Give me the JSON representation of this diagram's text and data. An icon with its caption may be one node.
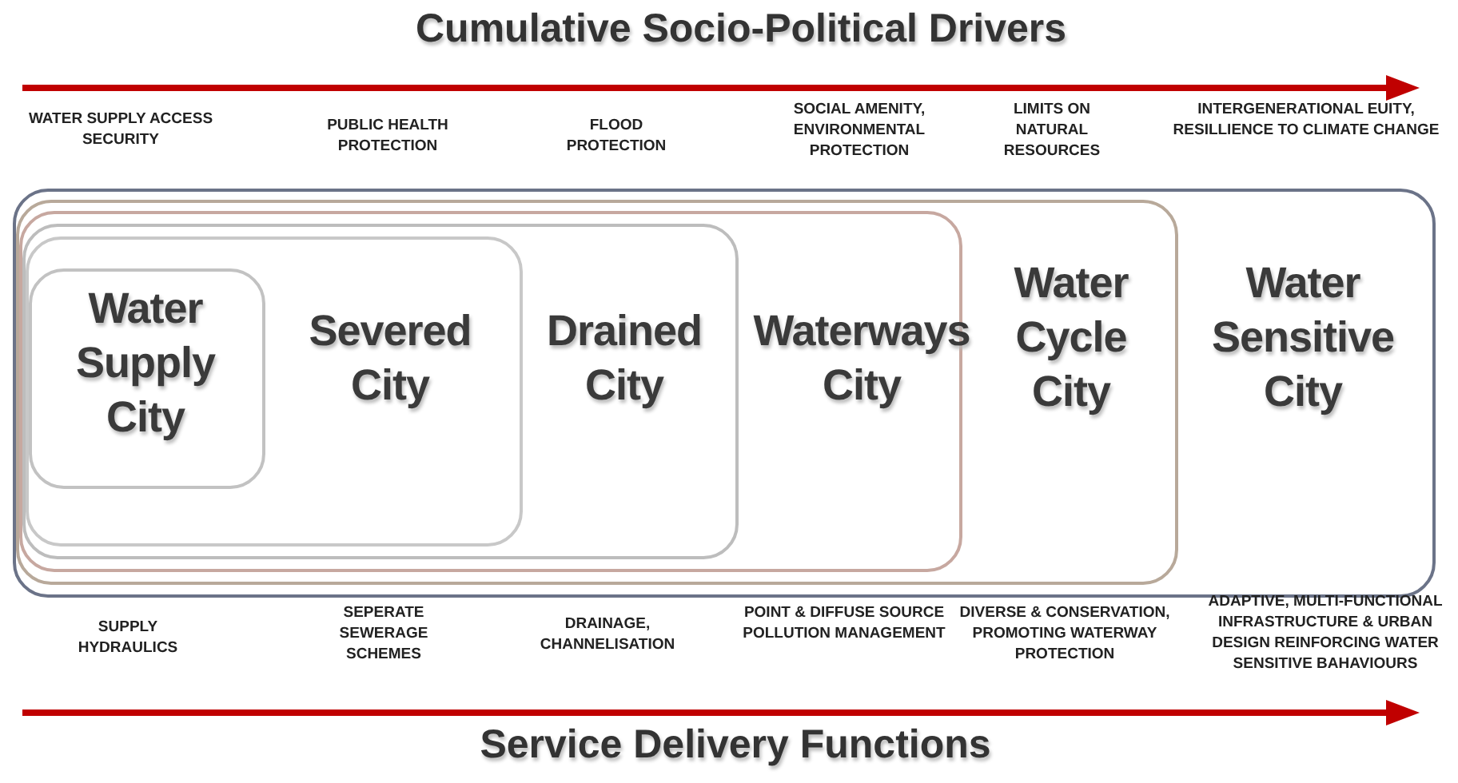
{
  "diagram": {
    "nodes": [
      {
        "text": [
          "Water Sensitive City"
        ]
      },
      {
        "text": [
          "Water Cycle City"
        ],
        "in": 0
      },
      {
        "text": [
          "Waterways City"
        ],
        "in": 1
      },
      {
        "text": [
          "Drained City"
        ],
        "in": 2
      },
      {
        "text": [
          "Severed City"
        ],
        "in": 3
      },
      {
        "text": [
          "Water Supply City"
        ],
        "in": 4
      }
    ],
    "edges": [],
    "labels": [
      "Cumulative Socio-Political Drivers",
      "WATER SUPPLY ACCESS SECURITY",
      "PUBLIC HEALTH PROTECTION",
      "FLOOD PROTECTION",
      "SOCIAL AMENITY, ENVIRONMENTAL PROTECTION",
      "LIMITS ON NATURAL RESOURCES",
      "INTERGENERATIONAL EUITY, RESILLIENCE TO CLIMATE CHANGE",
      "SUPPLY HYDRAULICS",
      "SEPERATE SEWERAGE SCHEMES",
      "DRAINAGE, CHANNELISATION",
      "POINT & DIFFUSE SOURCE POLLUTION MANAGEMENT",
      "DIVERSE & CONSERVATION, PROMOTING WATERWAY PROTECTION",
      "ADAPTIVE, MULTI-FUNCTIONAL INFRASTRUCTURE & URBAN DESIGN REINFORCING WATER SENSITIVE BAHAVIOURS",
      "Service Delivery Functions"
    ]
  }
}
